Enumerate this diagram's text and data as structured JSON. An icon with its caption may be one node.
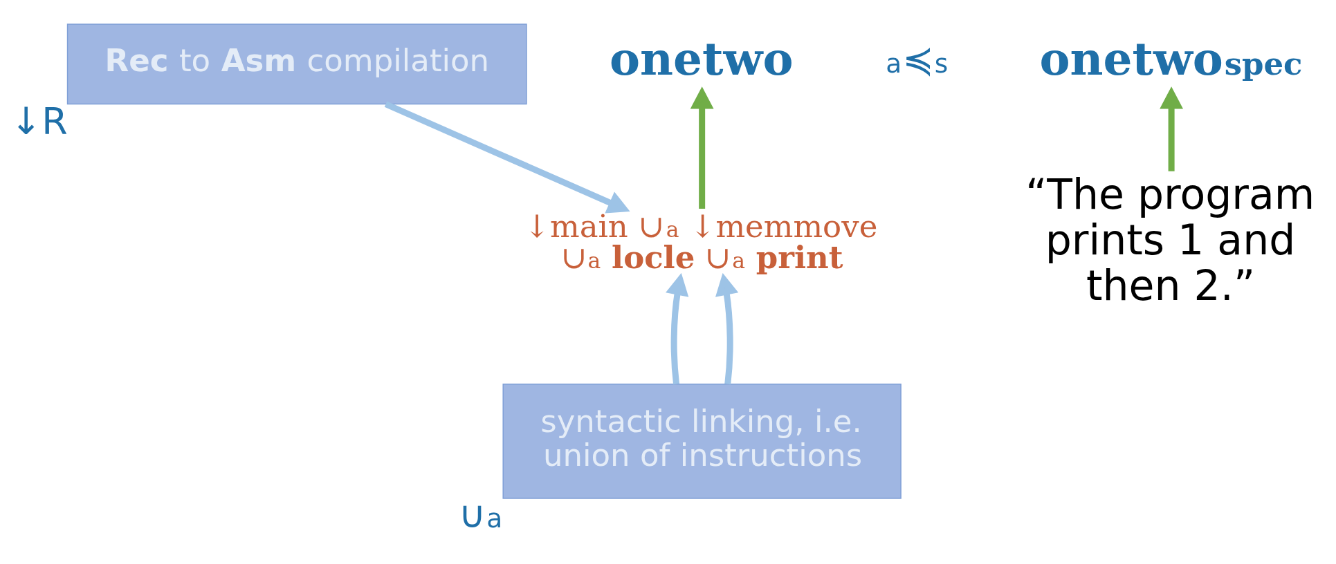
{
  "diagram": {
    "nodes": [
      {
        "text": [
          "**Rec** to **Asm** compilation"
        ],
        "beside": [
          "↓R"
        ]
      },
      {
        "text": [
          "onetwo"
        ]
      },
      {
        "text": [
          "onetwo$_{spec}$"
        ]
      },
      {
        "text": [
          "↓main ∪$_{a}$ ↓memmove",
          "∪$_{a}$ **locle** ∪$_{a}$ **print**"
        ]
      },
      {
        "text": [
          "“The program prints 1 and then 2.”"
        ]
      },
      {
        "text": [
          "syntactic linking, i.e. union of instructions"
        ],
        "beside": [
          "∪$_{a}$"
        ]
      }
    ],
    "edges": [
      {
        "from": 0,
        "to": 3,
        "arrow": "to"
      },
      {
        "from": 3,
        "to": 1,
        "arrow": "to",
        "color": "#70ad47"
      },
      {
        "from": 4,
        "to": 2,
        "arrow": "to",
        "color": "#70ad47"
      },
      {
        "from": 5,
        "to": 3,
        "arrow": "to"
      },
      {
        "from": 5,
        "to": 3,
        "arrow": "to"
      }
    ],
    "labels": [
      "$_{a}$≼$_{s}$"
    ]
  }
}
